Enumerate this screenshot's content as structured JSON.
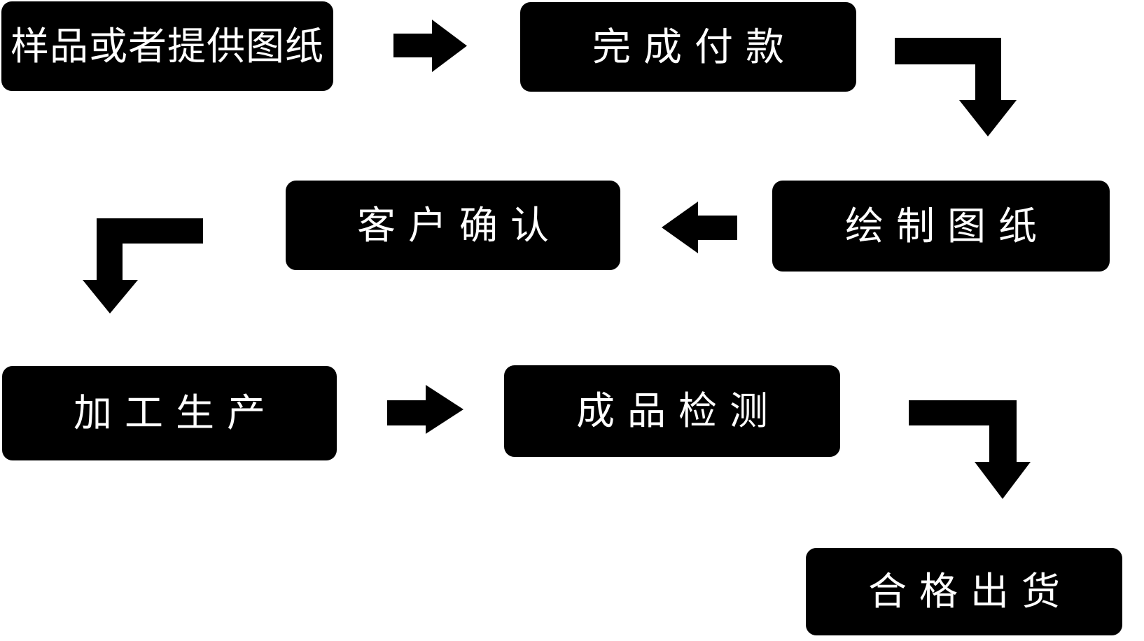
{
  "diagram": {
    "type": "flowchart",
    "background_color": "#ffffff",
    "node_color": "#000000",
    "node_text_color": "#ffffff",
    "steps": [
      {
        "id": 1,
        "label": "样品或者提供图纸"
      },
      {
        "id": 2,
        "label": "完成付款"
      },
      {
        "id": 3,
        "label": "绘制图纸"
      },
      {
        "id": 4,
        "label": "客户确认"
      },
      {
        "id": 5,
        "label": "加工生产"
      },
      {
        "id": 6,
        "label": "成品检测"
      },
      {
        "id": 7,
        "label": "合格出货"
      }
    ],
    "connections": [
      {
        "from": "样品或者提供图纸",
        "to": "完成付款",
        "arrow": "right"
      },
      {
        "from": "完成付款",
        "to": "绘制图纸",
        "arrow": "elbow-right-down"
      },
      {
        "from": "绘制图纸",
        "to": "客户确认",
        "arrow": "left"
      },
      {
        "from": "客户确认",
        "to": "加工生产",
        "arrow": "elbow-left-down"
      },
      {
        "from": "加工生产",
        "to": "成品检测",
        "arrow": "right"
      },
      {
        "from": "成品检测",
        "to": "合格出货",
        "arrow": "elbow-right-down"
      }
    ]
  }
}
